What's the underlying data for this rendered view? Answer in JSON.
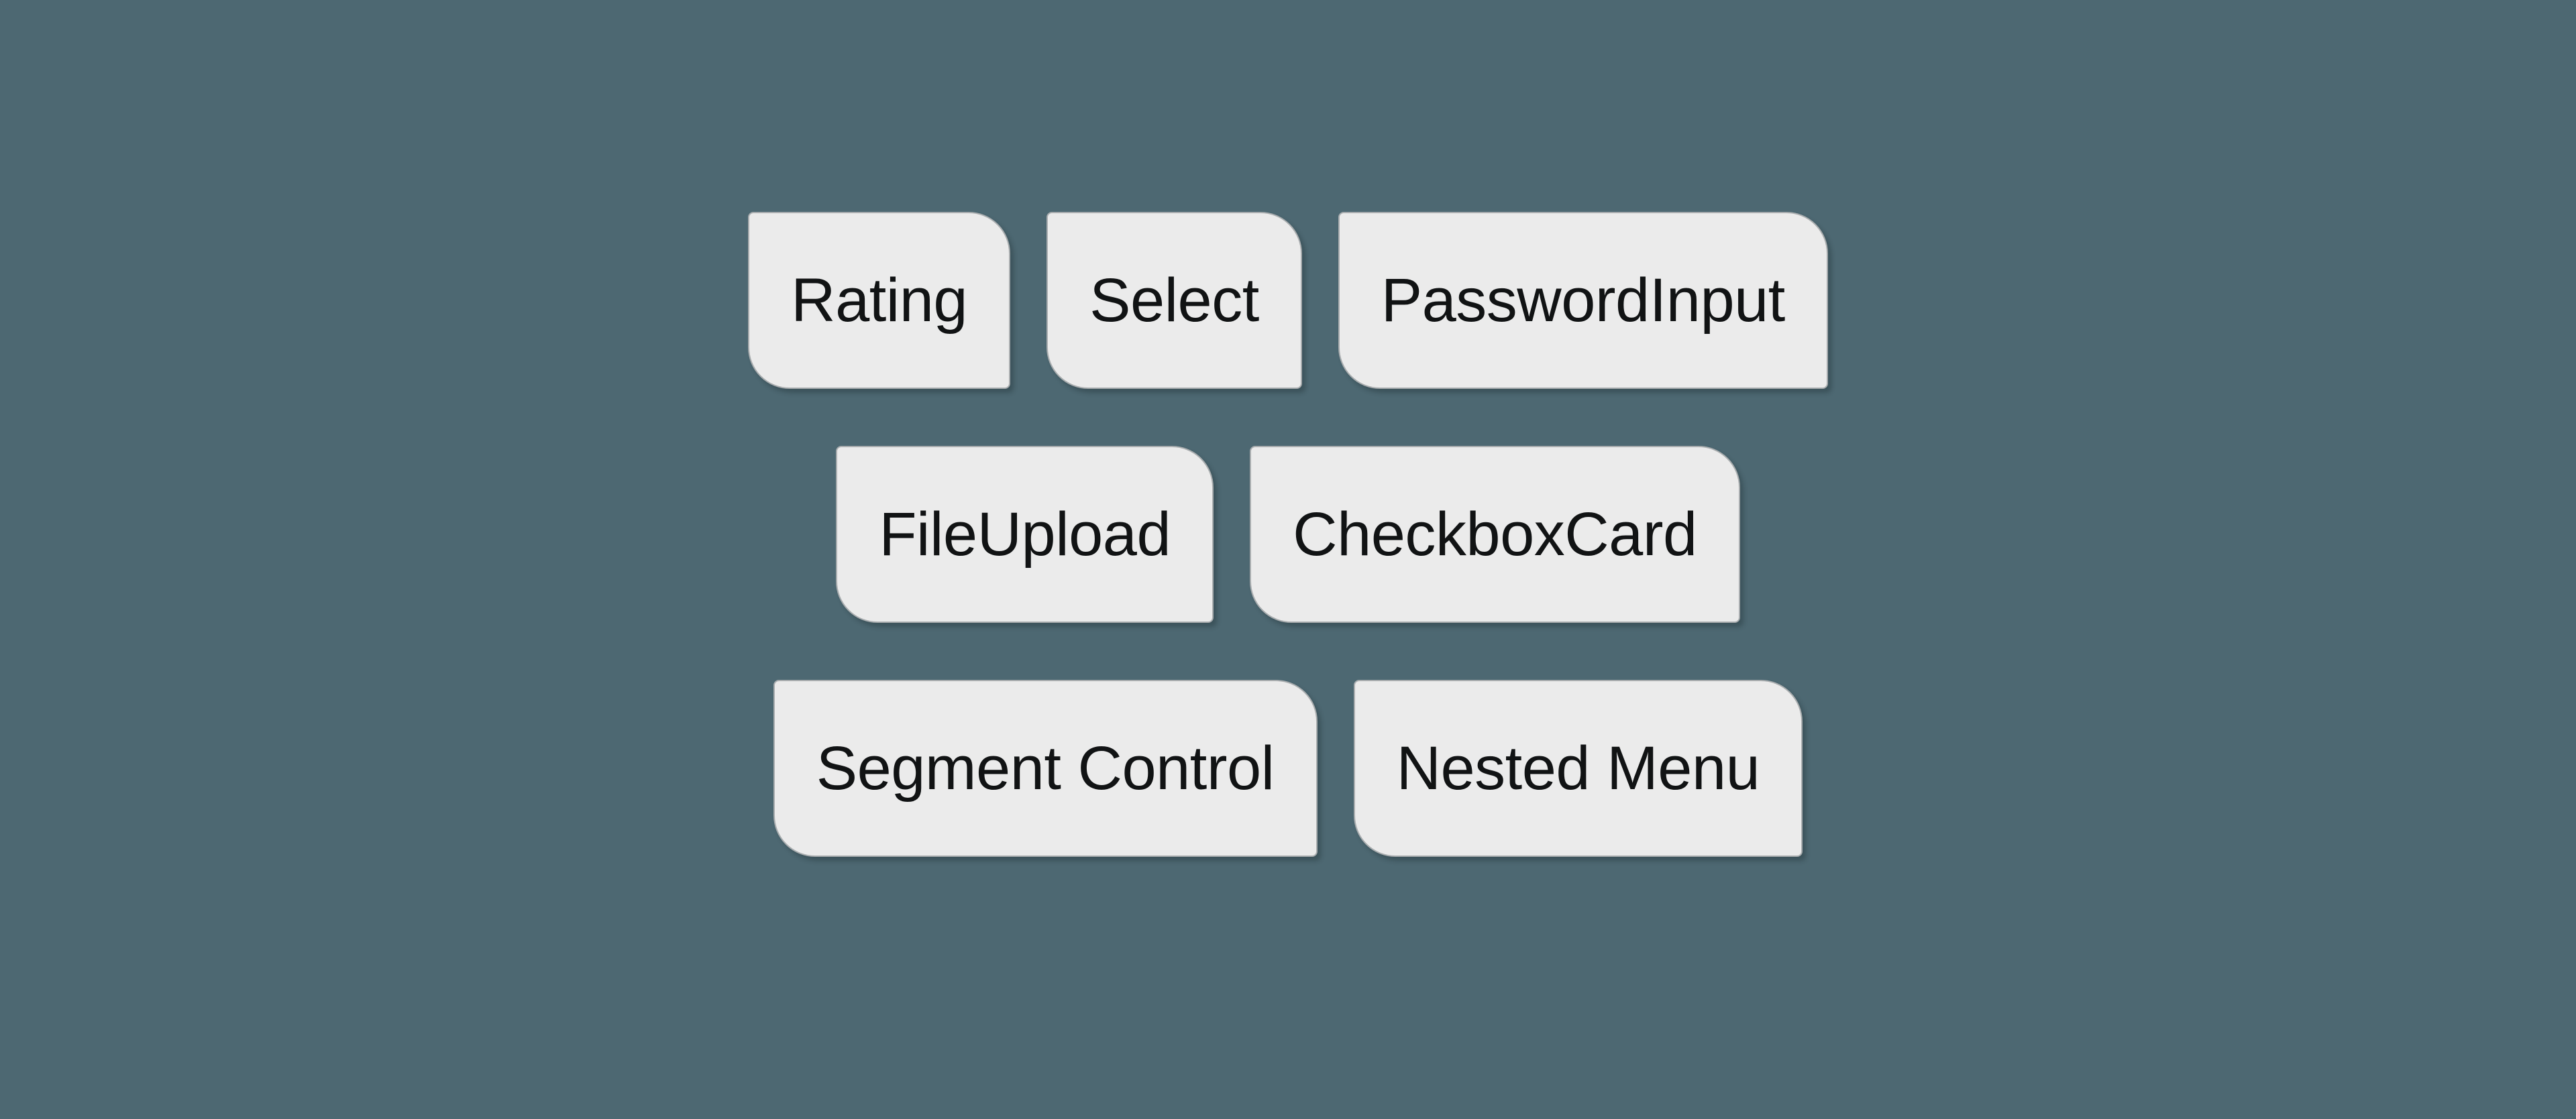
{
  "theme": {
    "background_color": "#4d6872",
    "chip_background_color": "#ebebeb",
    "chip_border_color": "#a9adaf",
    "chip_text_color": "#111314"
  },
  "chip_rows": [
    {
      "chips": [
        {
          "label": "Rating"
        },
        {
          "label": "Select"
        },
        {
          "label": "PasswordInput"
        }
      ]
    },
    {
      "chips": [
        {
          "label": "FileUpload"
        },
        {
          "label": "CheckboxCard"
        }
      ]
    },
    {
      "chips": [
        {
          "label": "Segment Control"
        },
        {
          "label": "Nested Menu"
        }
      ]
    }
  ]
}
